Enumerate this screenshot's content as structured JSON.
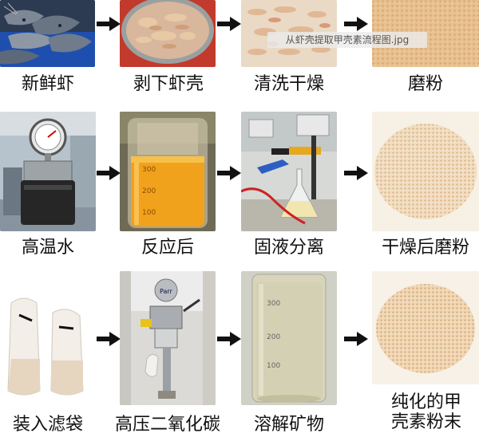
{
  "watermark": "从虾壳提取甲壳素流程图.jpg",
  "steps": [
    {
      "label": "新鲜虾",
      "icon": "shrimp-photo"
    },
    {
      "label": "剥下虾壳",
      "icon": "shells-bowl-photo"
    },
    {
      "label": "清洗干燥",
      "icon": "dried-shells-photo"
    },
    {
      "label": "磨粉",
      "icon": "powder-photo"
    },
    {
      "label": "高温水",
      "icon": "reactor-photo"
    },
    {
      "label": "反应后",
      "icon": "orange-liquid-jar-photo"
    },
    {
      "label": "固液分离",
      "icon": "filtration-flask-photo"
    },
    {
      "label": "干燥后磨粉",
      "icon": "dried-powder-photo"
    },
    {
      "label": "装入滤袋",
      "icon": "filter-bags-photo"
    },
    {
      "label": "高压二氧化碳",
      "icon": "co2-apparatus-photo"
    },
    {
      "label": "溶解矿物",
      "icon": "cloudy-liquid-jar-photo"
    },
    {
      "label": "纯化的甲壳素粉末",
      "icon": "chitin-powder-photo"
    }
  ],
  "jar_scales": {
    "orange_jar": [
      "300",
      "200",
      "100"
    ],
    "cloudy_jar": [
      "300",
      "200",
      "100"
    ]
  }
}
